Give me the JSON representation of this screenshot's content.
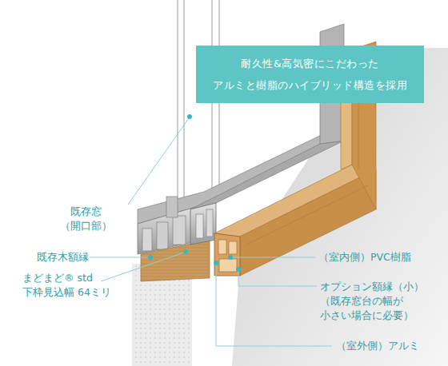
{
  "diagram": {
    "nodes": [
      {
        "text": [
          "耐久性&高気密にこだわった",
          "アルミと樹脂のハイブリッド構造を採用"
        ]
      }
    ],
    "labels": [
      "既存窓 （開口部）",
      "既存木額縁",
      "まどまど® std 下枠見込幅 64ミリ",
      "（室内側）PVC樹脂",
      "オプション額縁（小） （既存窓台の幅が 小さい場合に必要）",
      "（室外側）アルミ"
    ]
  }
}
